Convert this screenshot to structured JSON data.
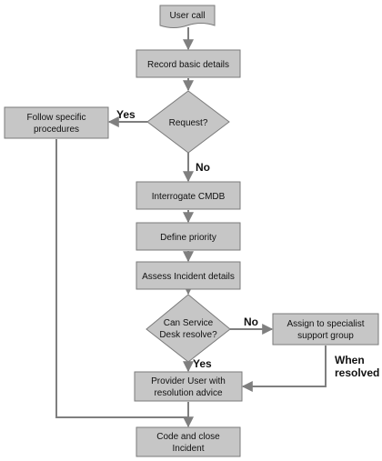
{
  "nodes": {
    "user_call": "User call",
    "record": "Record basic details",
    "request": "Request?",
    "follow": [
      "Follow specific",
      "procedures"
    ],
    "interrogate": "Interrogate CMDB",
    "priority": "Define priority",
    "assess": "Assess Incident details",
    "can_resolve": [
      "Can Service",
      "Desk resolve?"
    ],
    "assign": [
      "Assign to specialist",
      "support group"
    ],
    "provide": [
      "Provider User with",
      "resolution advice"
    ],
    "close": [
      "Code and close",
      "Incident"
    ]
  },
  "edges": {
    "yes_request": "Yes",
    "no_request": "No",
    "no_resolve": "No",
    "yes_resolve": "Yes",
    "when_resolved": [
      "When",
      "resolved"
    ]
  }
}
